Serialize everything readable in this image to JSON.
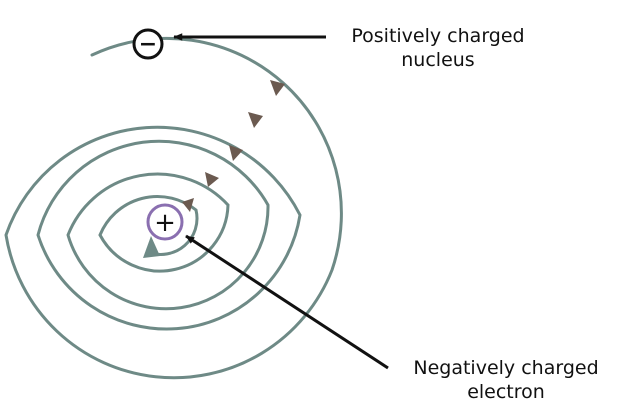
{
  "labels": {
    "top": {
      "line1": "Positively charged",
      "line2": "nucleus"
    },
    "bottom": {
      "line1": "Negatively charged",
      "line2": "electron"
    }
  },
  "symbols": {
    "outer_particle": "−",
    "center_particle": "+"
  },
  "colors": {
    "spiral": "#6e8a86",
    "spiral_arrow": "#6b5a50",
    "nucleus_ring": "#8a6fb0",
    "pointer": "#111111",
    "text": "#111111"
  }
}
